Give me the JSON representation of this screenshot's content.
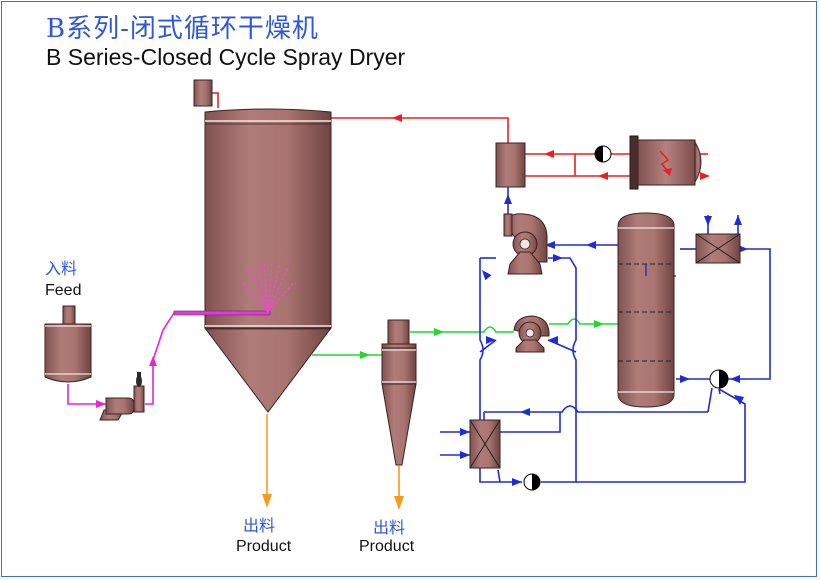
{
  "title": {
    "cn": "B系列-闭式循环干燥机",
    "en": "B Series-Closed Cycle Spray Dryer"
  },
  "labels": {
    "feed_cn": "入料",
    "feed_en": "Feed",
    "product_cn": "出料",
    "product_en": "Product"
  },
  "colors": {
    "equipment_fill": "#a26d6a",
    "equipment_stroke": "#3c2222",
    "hot_gas_line": "#e8201f",
    "recycle_gas_line": "#1f2bd8",
    "exhaust_gas_line": "#21d831",
    "feed_line": "#e623d6",
    "product_line": "#f59a1e",
    "frame": "#3a6fd8"
  }
}
